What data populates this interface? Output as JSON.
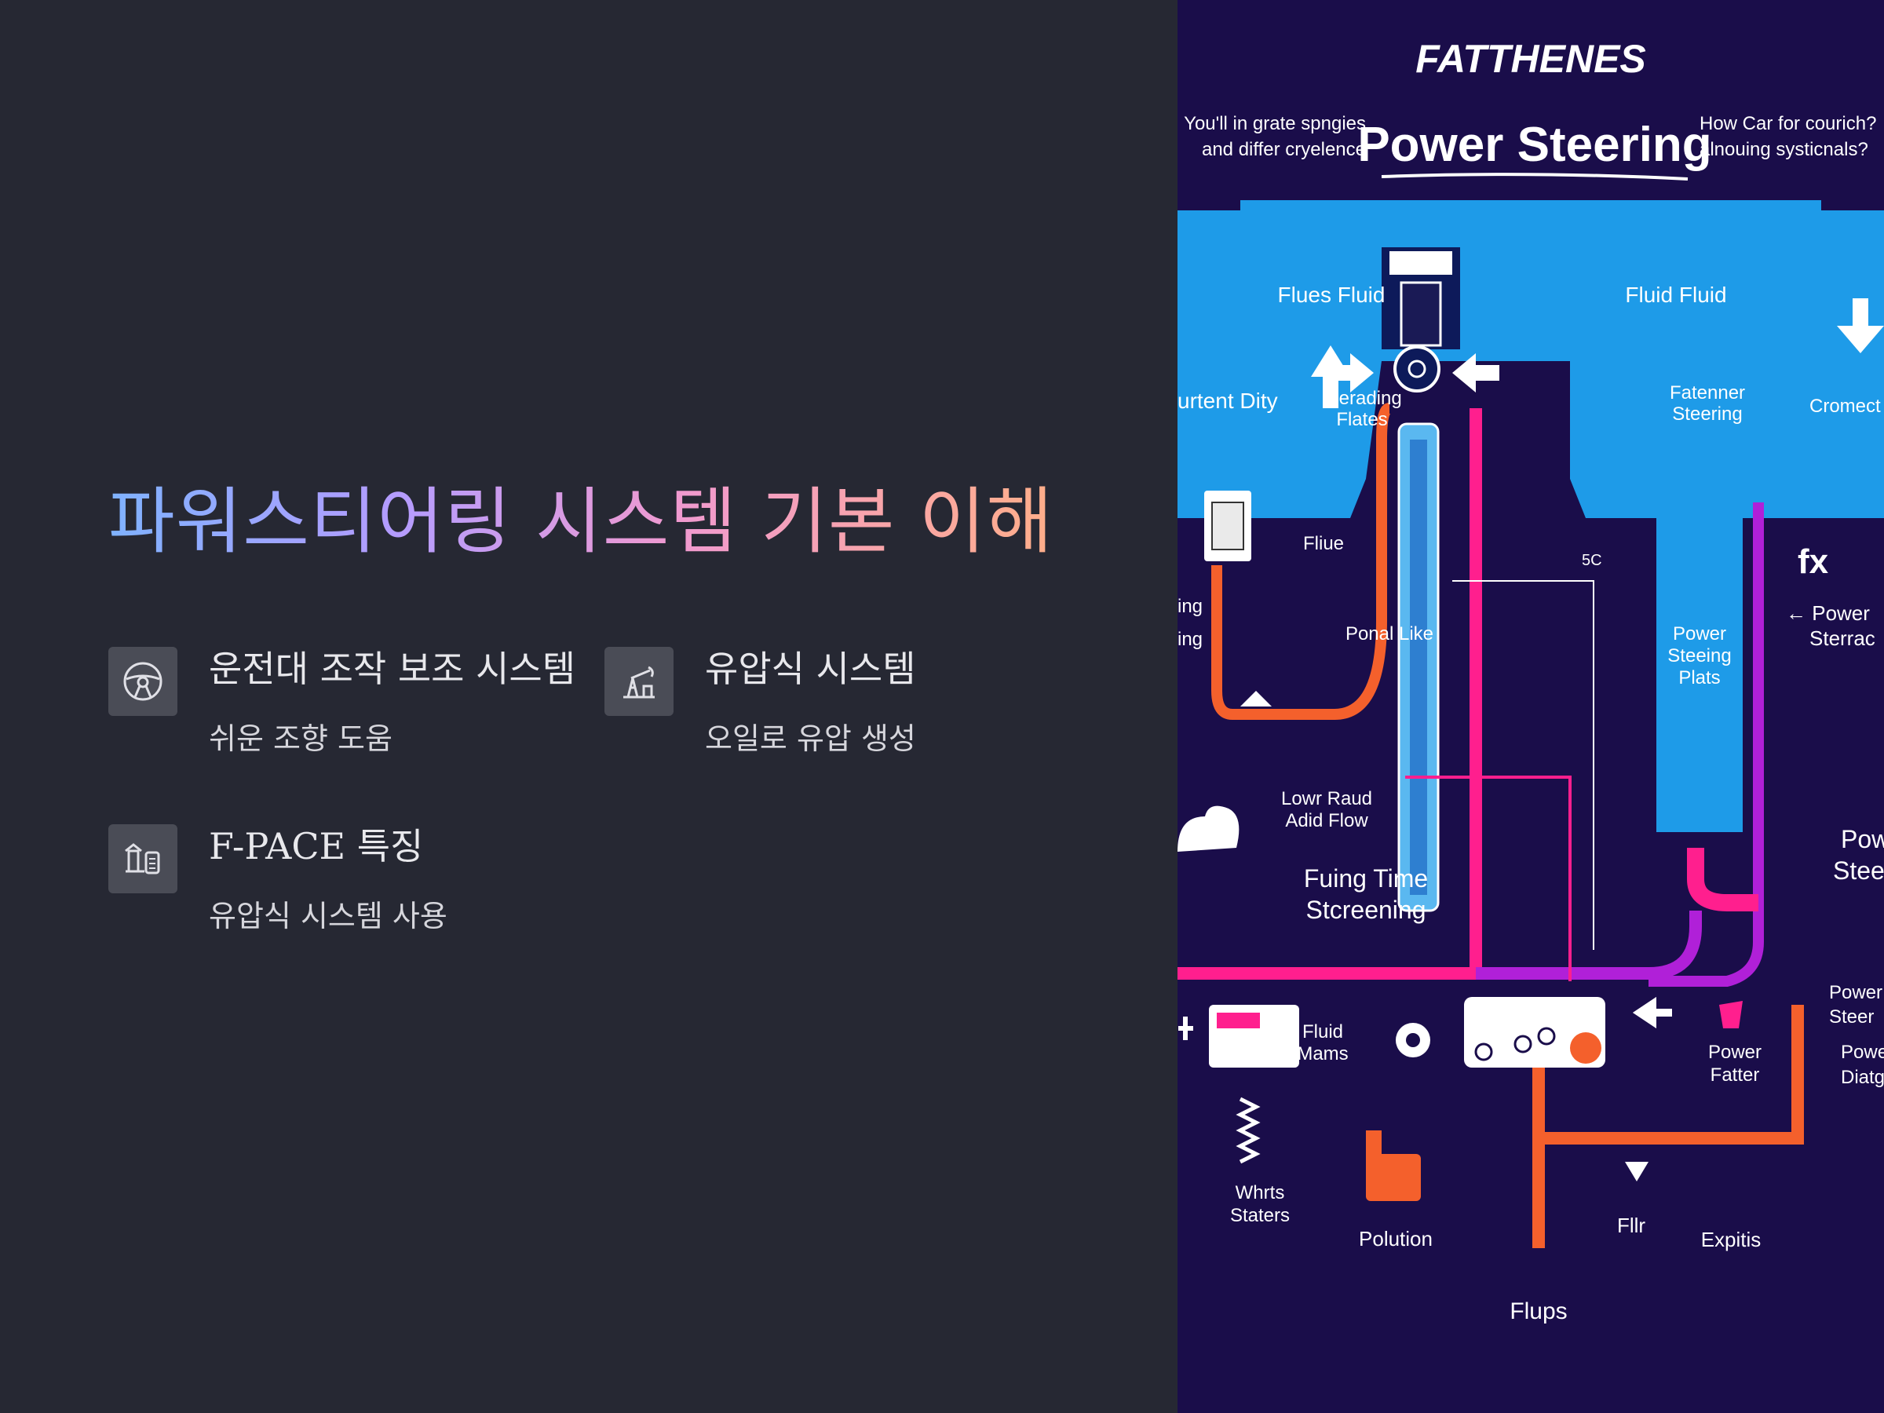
{
  "slide": {
    "title": "파워스티어링 시스템 기본 이해",
    "features": [
      {
        "icon": "steering-wheel-icon",
        "title": "운전대 조작 보조 시스템",
        "desc": "쉬운 조향 도움"
      },
      {
        "icon": "pump-icon",
        "title": "유압식 시스템",
        "desc": "오일로 유압 생성"
      },
      {
        "icon": "car-doc-icon",
        "title": "F-PACE 특징",
        "desc": "유압식 시스템 사용"
      }
    ]
  },
  "infographic": {
    "brand": "FATTHENES",
    "title": "Power Steering",
    "left_blurb": [
      "You'll in grate spngies",
      "and differ cryelence"
    ],
    "right_blurb": [
      "How Car for courich?",
      "alnouing systicnals?"
    ],
    "labels": {
      "flues_fluid": "Flues Fluid",
      "fluid_fluid": "Fluid Fluid",
      "urtent_dity": "urtent Dity",
      "plerading_flates": [
        "Plerading",
        "Flates"
      ],
      "fatenner_steering": [
        "Fatenner",
        "Steering"
      ],
      "cromect": "Cromect",
      "fliue": "Fliue",
      "ing1": "ing",
      "ing2": "ing",
      "ponal_like": "Ponal Like",
      "power_sterrac": [
        "← Power",
        "Sterrac"
      ],
      "power_steeing_plats": [
        "Power",
        "Steeing",
        "Plats"
      ],
      "lowr_raud": [
        "Lowr Raud",
        "Adid Flow"
      ],
      "fuing_time": [
        "Fuing Time",
        "Stcreening"
      ],
      "pow_stee": [
        "Pow",
        "Stee"
      ],
      "fluid_mams": [
        "Fluid",
        "Mams"
      ],
      "power_fatter": [
        "Power",
        "Fatter"
      ],
      "power_steer": [
        "Power",
        "Steer"
      ],
      "powe_diatg": [
        "Powe",
        "Diatg"
      ],
      "whrts_staters": [
        "Whrts",
        "Staters"
      ],
      "polution": "Polution",
      "fllr": "Fllr",
      "expitis": "Expitis",
      "flups": "Flups",
      "five_c": "5C",
      "fx": "fx"
    },
    "colors": {
      "background": "#1a0d4a",
      "reservoir": "#1e9be8",
      "pipe_orange": "#f4602c",
      "pipe_magenta": "#ff1f8e",
      "pipe_purple": "#b020d8",
      "core_blue": "#5ab8f0"
    }
  }
}
